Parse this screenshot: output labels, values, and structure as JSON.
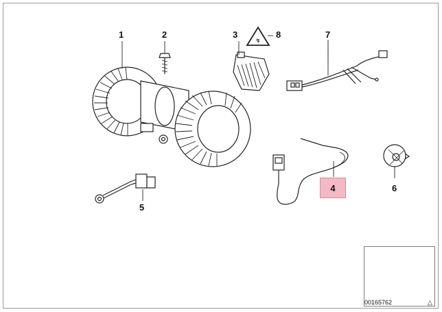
{
  "callouts": {
    "c1": "1",
    "c2": "2",
    "c3": "3",
    "c8": "8",
    "c7": "7",
    "c4": "4",
    "c5": "5",
    "c6": "6"
  },
  "thumbnail": {
    "doc_number": "00165762",
    "corner_symbol": "△"
  },
  "colors": {
    "highlight": "#f3b9c4",
    "line": "#222222"
  },
  "icons": [
    "warning-triangle-icon"
  ]
}
